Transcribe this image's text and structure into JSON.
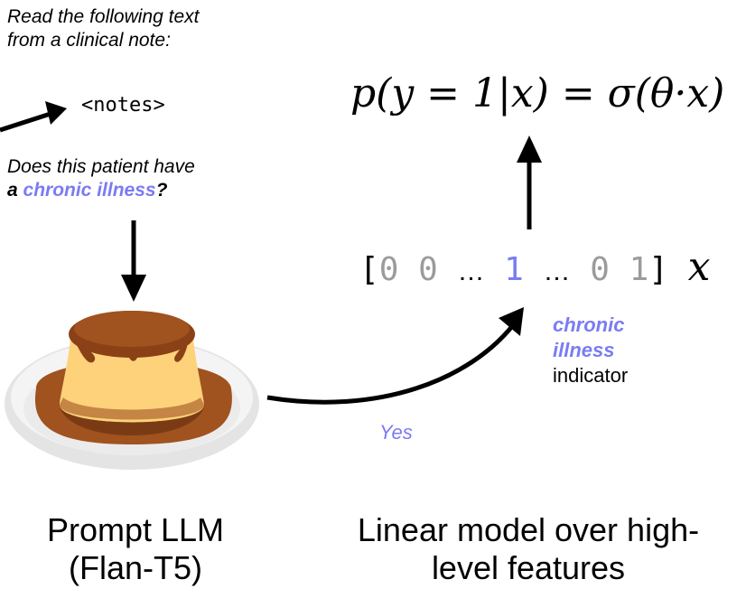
{
  "intro": {
    "line1": "Read the following text",
    "line2": "from a clinical note:"
  },
  "notes_tag": "<notes>",
  "question": {
    "part1": "Does this patient have",
    "part2_a": "a ",
    "part2_highlight": "chronic illness",
    "part2_q": "?"
  },
  "formula": {
    "lhs": "p(y = 1|x) = σ(θ·x)"
  },
  "vector": {
    "open": "[",
    "v0": "0",
    "v1": "0",
    "dots1": "…",
    "v_hl": "1",
    "dots2": "…",
    "v2": "0",
    "v3": "1",
    "close": "]",
    "var": "x"
  },
  "indicator": {
    "line1": "chronic",
    "line2": "illness",
    "line3": "indicator"
  },
  "answer": "Yes",
  "captions": {
    "left_line1": "Prompt LLM",
    "left_line2": "(Flan-T5)",
    "right_line1": "Linear model over high-",
    "right_line2": "level features"
  },
  "colors": {
    "accent": "#7b7cf2",
    "gray": "#9b9b9b",
    "flan_top": "#a0521f",
    "flan_body": "#fdd27a",
    "plate": "#e6e6e6"
  },
  "icons": {
    "flan": "flan-pudding-icon"
  }
}
